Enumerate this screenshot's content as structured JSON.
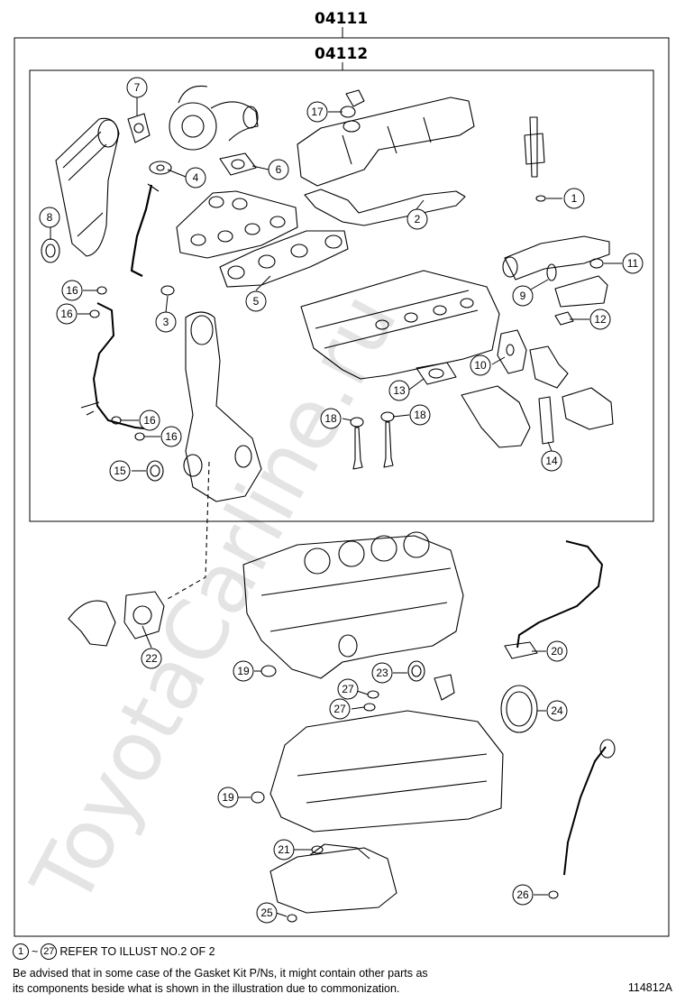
{
  "watermark": "ToyotaCarline.ru",
  "titles": {
    "outer": "04111",
    "inner": "04112"
  },
  "callouts": {
    "c1": "1",
    "c2": "2",
    "c3": "3",
    "c4": "4",
    "c5": "5",
    "c6": "6",
    "c7": "7",
    "c8": "8",
    "c9": "9",
    "c10": "10",
    "c11": "11",
    "c12": "12",
    "c13": "13",
    "c14": "14",
    "c15": "15",
    "c16a": "16",
    "c16b": "16",
    "c16c": "16",
    "c16d": "16",
    "c17": "17",
    "c18a": "18",
    "c18b": "18",
    "c19a": "19",
    "c19b": "19",
    "c20": "20",
    "c21": "21",
    "c22": "22",
    "c23": "23",
    "c24": "24",
    "c25": "25",
    "c26": "26",
    "c27a": "27",
    "c27b": "27"
  },
  "footer": {
    "ref_from": "1",
    "ref_tilde": "~",
    "ref_to": "27",
    "ref_text": "REFER TO ILLUST NO.2 OF 2",
    "advice_line1": "Be advised that in some case of the Gasket Kit P/Ns,  it might contain other parts as",
    "advice_line2": "its components beside what is shown in the illustration due to commonization.",
    "code": "114812A"
  }
}
